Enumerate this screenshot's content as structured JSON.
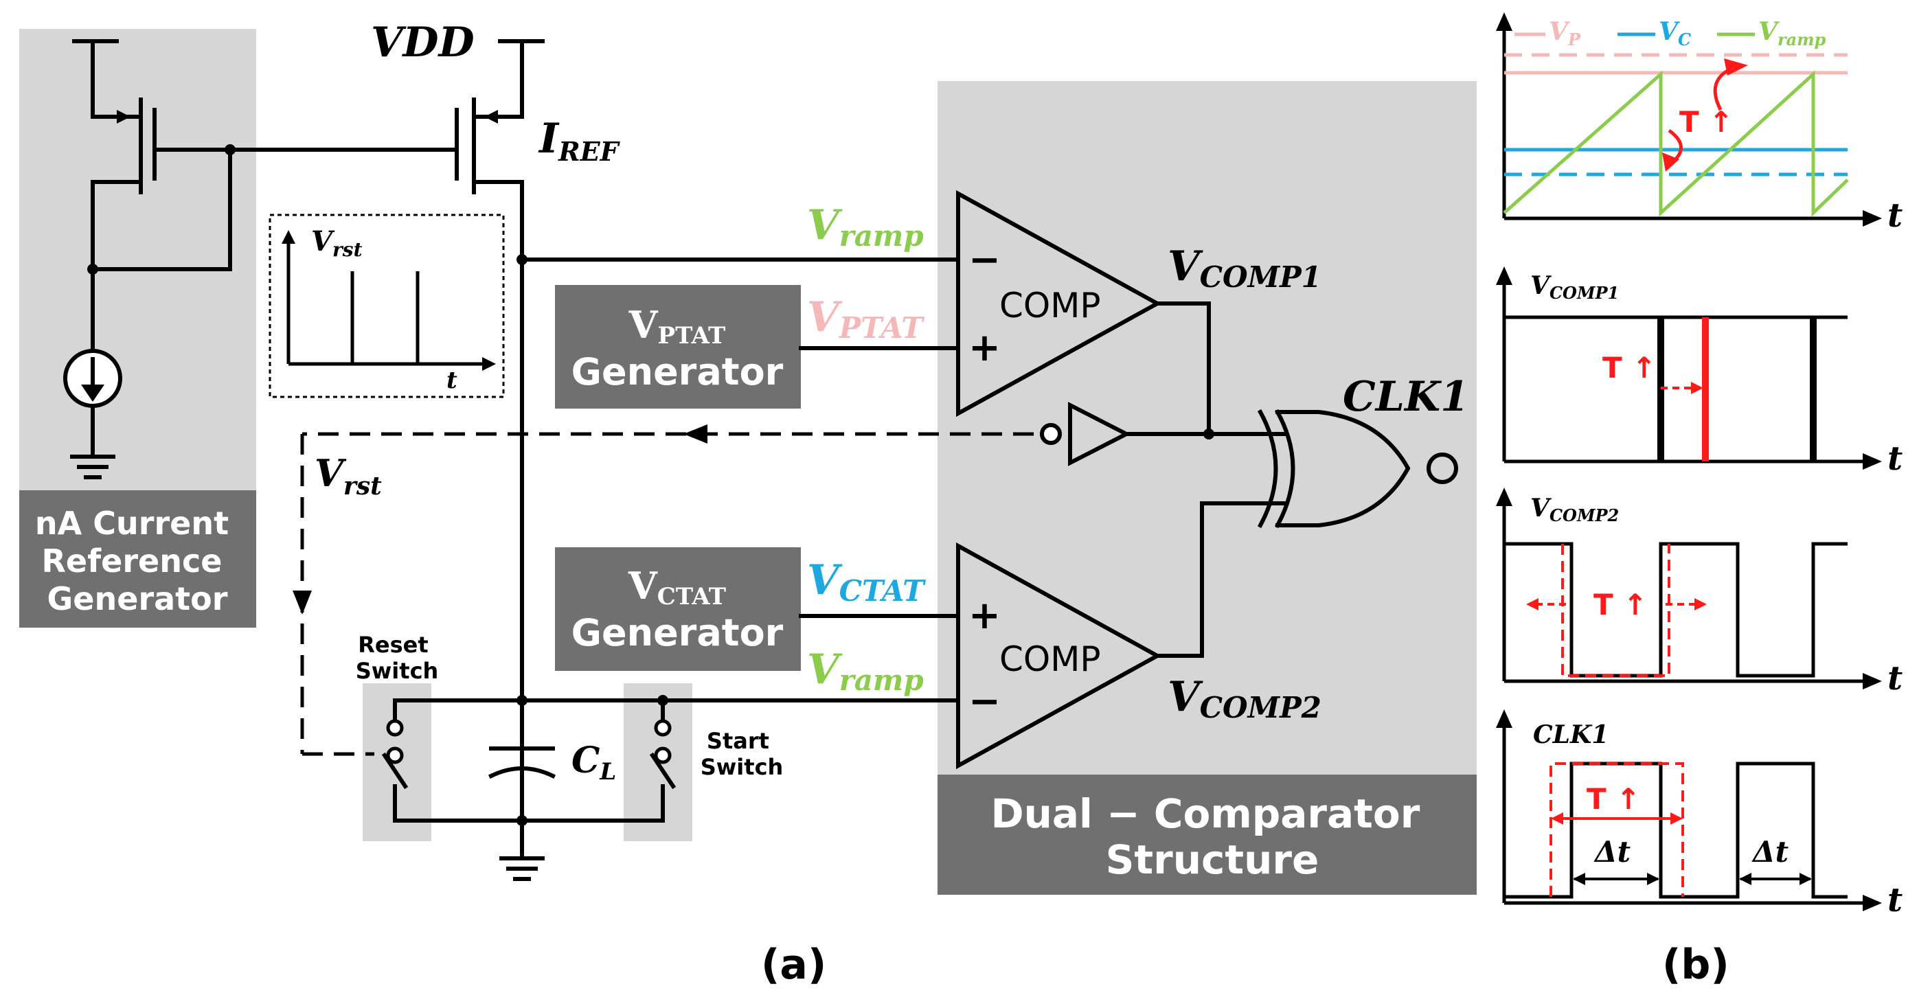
{
  "colors": {
    "vp": "#f4b8b8",
    "vc": "#1ea8e0",
    "vramp": "#8ccc4c",
    "red": "#ff1a1a",
    "box_light": "#d6d6d6",
    "box_dark": "#707070",
    "ink": "#000000"
  },
  "panel_a": {
    "caption": "(a)",
    "vdd": "VDD",
    "iref": "I",
    "iref_sub": "REF",
    "nA_box": [
      "nA Current",
      "Reference",
      "Generator"
    ],
    "inset": {
      "y": "V",
      "y_sub": "rst",
      "x": "t"
    },
    "vrst": "V",
    "vrst_sub": "rst",
    "reset_switch": [
      "Reset",
      "Switch"
    ],
    "start_switch": [
      "Start",
      "Switch"
    ],
    "cl": "C",
    "cl_sub": "L",
    "vptat_gen": {
      "v": "V",
      "sub": "PTAT",
      "line2": "Generator"
    },
    "vctat_gen": {
      "v": "V",
      "sub": "CTAT",
      "line2": "Generator"
    },
    "vramp_top": "V",
    "vramp_top_sub": "ramp",
    "vptat_sig": "V",
    "vptat_sig_sub": "PTAT",
    "vctat_sig": "V",
    "vctat_sig_sub": "CTAT",
    "vramp_bot": "V",
    "vramp_bot_sub": "ramp",
    "comp": "COMP",
    "minus": "−",
    "plus": "+",
    "vcomp1": "V",
    "vcomp1_sub": "COMP1",
    "vcomp2": "V",
    "vcomp2_sub": "COMP2",
    "clk": "CLK1",
    "dual_box": [
      "Dual − Comparator",
      "Structure"
    ]
  },
  "panel_b": {
    "caption": "(b)",
    "legend": [
      {
        "v": "V",
        "sub": "P"
      },
      {
        "v": "V",
        "sub": "C"
      },
      {
        "v": "V",
        "sub": "ramp"
      }
    ],
    "t": "t",
    "tup": "T ↑",
    "vcomp1": "V",
    "vcomp1_sub": "COMP1",
    "vcomp2": "V",
    "vcomp2_sub": "COMP2",
    "clk": "CLK1",
    "dt": "Δt"
  }
}
